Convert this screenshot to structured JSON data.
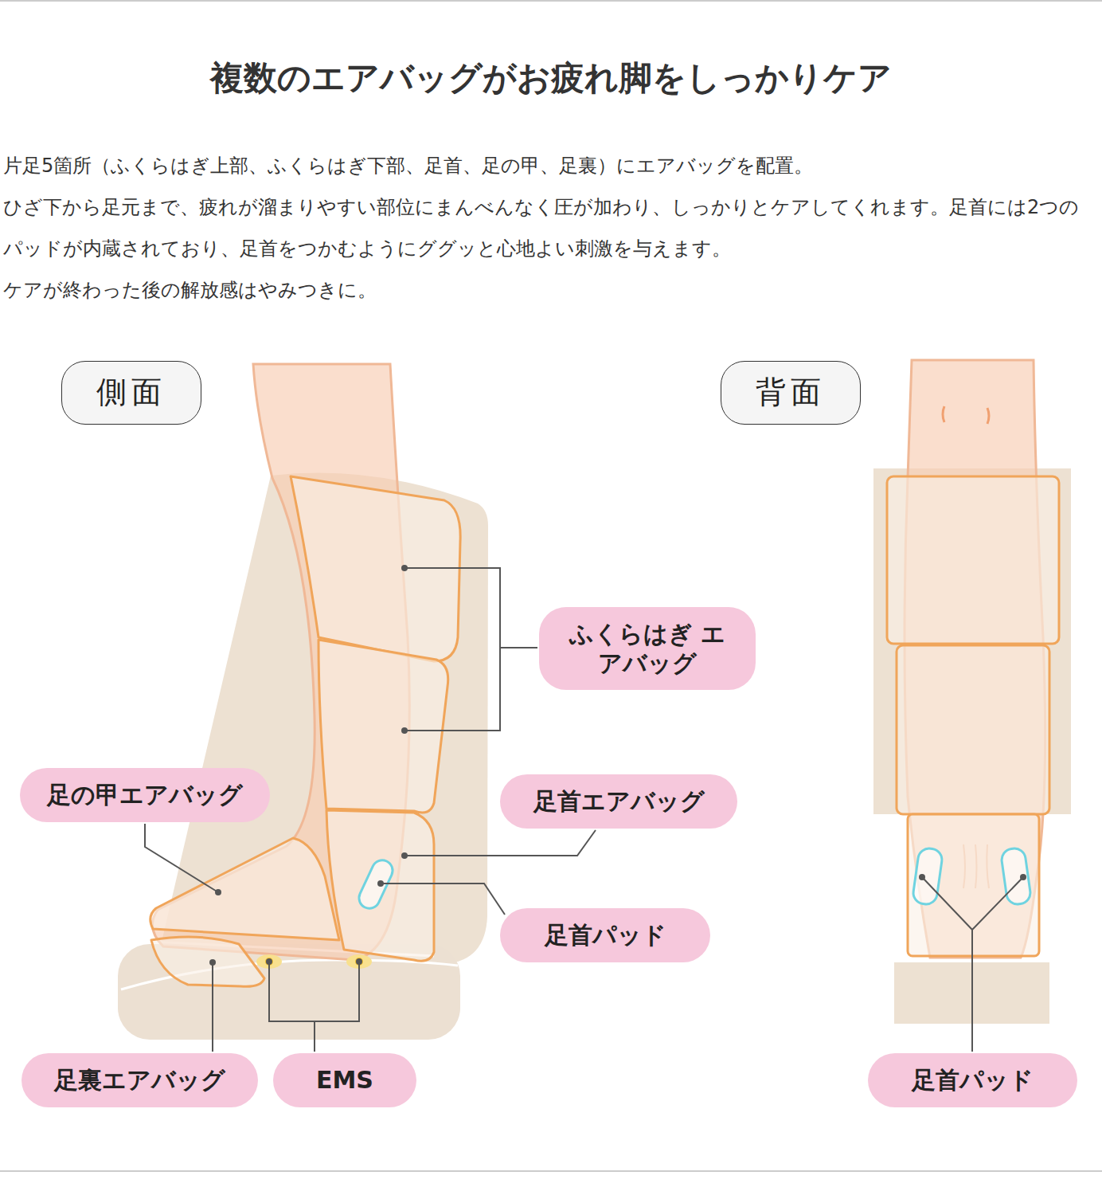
{
  "diagram": {
    "title": "複数のエアバッグがお疲れ脚をしっかりケア",
    "nodes": [
      {
        "text": [
          "側面"
        ]
      },
      {
        "text": [
          "背面"
        ]
      },
      {
        "text": [
          "ふくらはぎ エアバッグ"
        ]
      },
      {
        "text": [
          "足の甲エアバッグ"
        ]
      },
      {
        "text": [
          "足首エアバッグ"
        ]
      },
      {
        "text": [
          "足首パッド"
        ]
      },
      {
        "text": [
          "足裏エアバッグ"
        ]
      },
      {
        "text": [
          "EMS"
        ]
      },
      {
        "text": [
          "足首パッド"
        ]
      }
    ],
    "labels": [
      "片足5箇所（ふくらはぎ上部、ふくらはぎ下部、足首、足の甲、足裏）にエアバッグを配置。",
      "ひざ下から足元まで、疲れが溜まりやすい部位にまんべんなく圧が加わり、しっかりとケアしてくれます。足首には2つのパッドが内蔵されており、足首をつかむようにググッと心地よい刺激を与えます。",
      "ケアが終わった後の解放感はやみつきに。"
    ]
  }
}
